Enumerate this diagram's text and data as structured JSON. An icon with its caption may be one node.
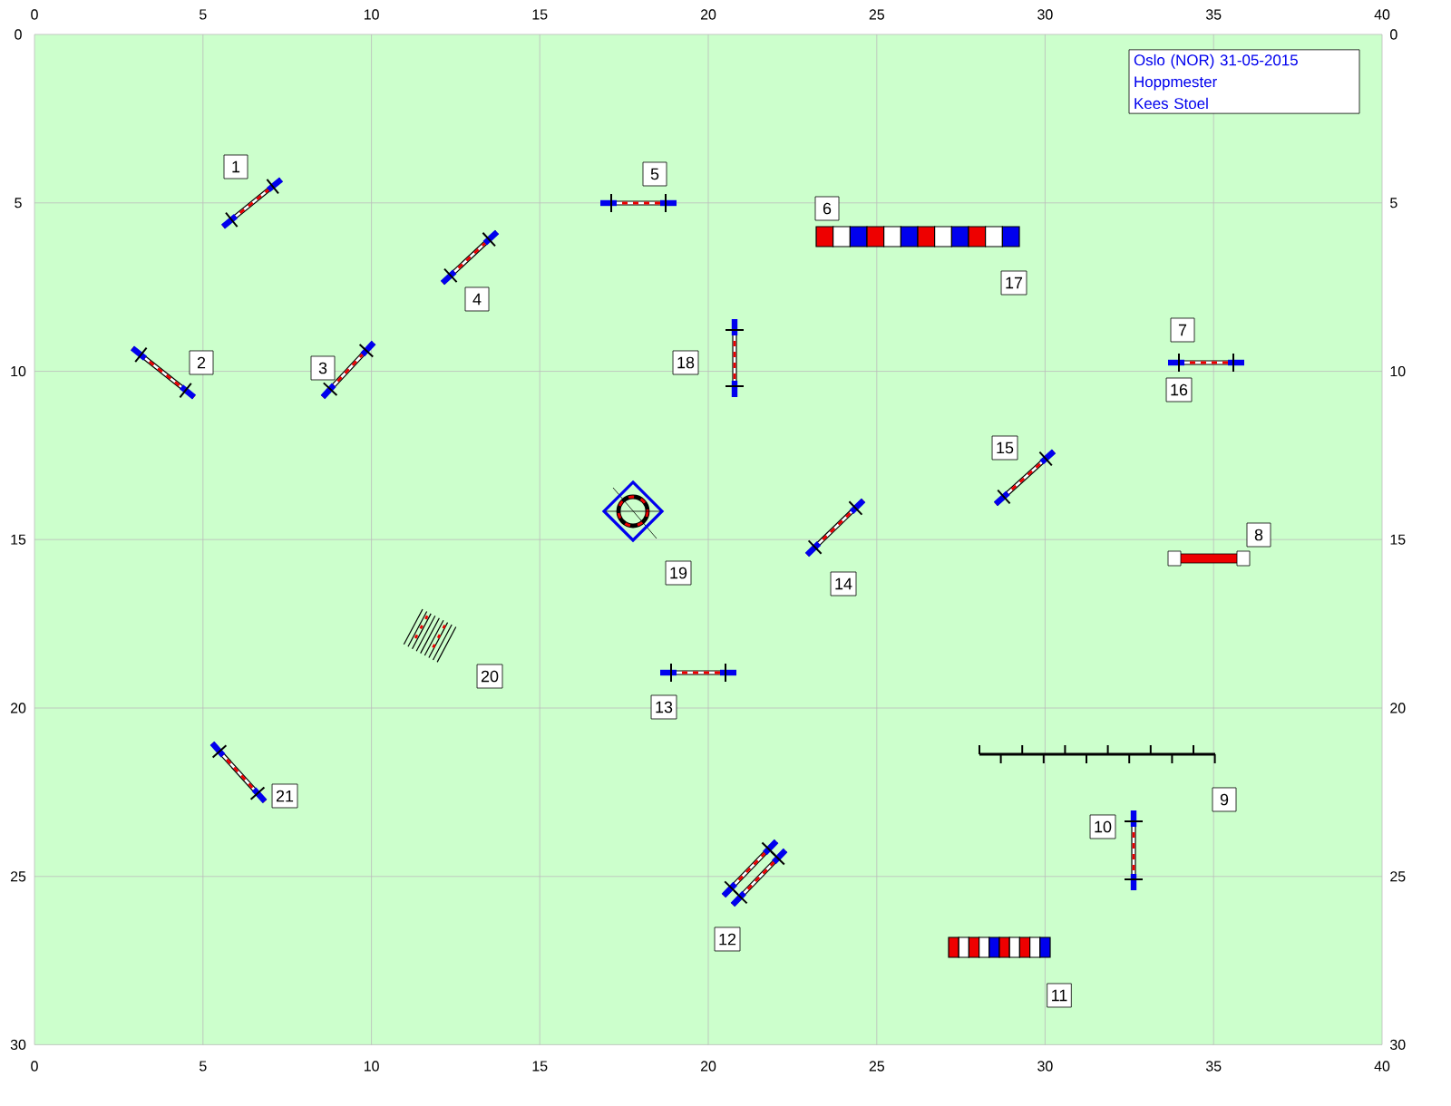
{
  "diagram": {
    "nodes": [
      {
        "text": [
          "Oslo (NOR) 31-05-2015",
          "Hoppmester",
          "Kees Stoel"
        ]
      },
      {
        "text": [
          "1"
        ]
      },
      {
        "text": [
          "5"
        ]
      },
      {
        "text": [
          "6"
        ]
      },
      {
        "text": [
          "17"
        ]
      },
      {
        "text": [
          "4"
        ]
      },
      {
        "text": [
          "7"
        ]
      },
      {
        "text": [
          "2"
        ]
      },
      {
        "text": [
          "18"
        ]
      },
      {
        "text": [
          "3"
        ]
      },
      {
        "text": [
          "16"
        ]
      },
      {
        "text": [
          "15"
        ]
      },
      {
        "text": [
          "8"
        ]
      },
      {
        "text": [
          "19"
        ]
      },
      {
        "text": [
          "14"
        ]
      },
      {
        "text": [
          "20"
        ]
      },
      {
        "text": [
          "13"
        ]
      },
      {
        "text": [
          "21"
        ]
      },
      {
        "text": [
          "9"
        ]
      },
      {
        "text": [
          "10"
        ]
      },
      {
        "text": [
          "12"
        ]
      },
      {
        "text": [
          "11"
        ]
      }
    ],
    "labels": [
      "0",
      "5",
      "10",
      "15",
      "20",
      "25",
      "30",
      "35",
      "40",
      "0",
      "5",
      "10",
      "15",
      "20",
      "25",
      "30",
      "0",
      "5",
      "10",
      "15",
      "20",
      "25",
      "30",
      "0",
      "5",
      "10",
      "15",
      "20",
      "25",
      "30",
      "35",
      "40"
    ]
  }
}
